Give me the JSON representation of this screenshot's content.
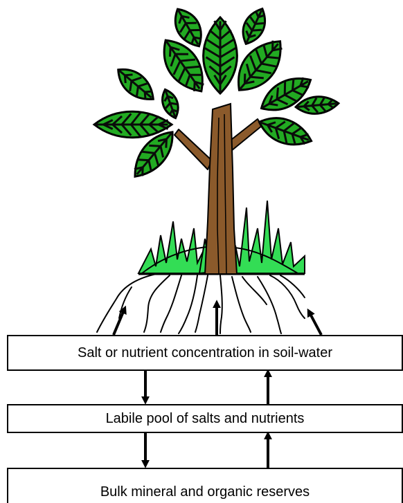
{
  "colors": {
    "leaf": "#22aa22",
    "leaf_vein": "#0a0a0a",
    "grass": "#33dd55",
    "trunk": "#8b5a2b",
    "outline": "#000000"
  },
  "boxes": {
    "top": "Salt or nutrient concentration in soil-water",
    "middle": "Labile pool of salts and nutrients",
    "bottom": "Bulk mineral and organic reserves"
  }
}
